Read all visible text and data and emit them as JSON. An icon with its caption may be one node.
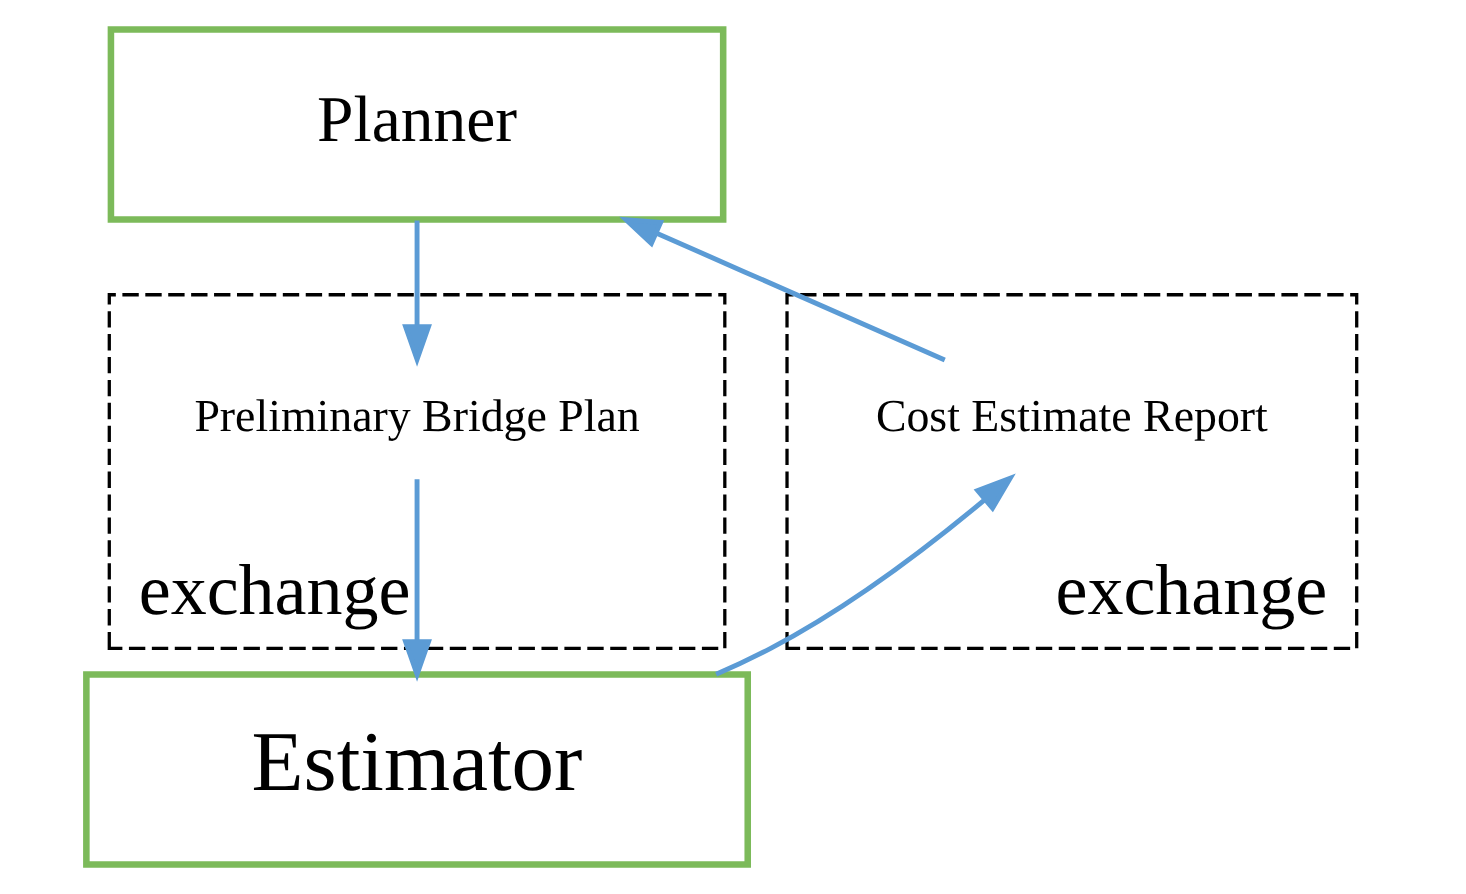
{
  "diagram": {
    "nodes": [
      {
        "text": [
          "Planner"
        ]
      },
      {
        "text": [
          "exchange"
        ]
      },
      {
        "text": [
          "Preliminary Bridge Plan"
        ],
        "in": 1
      },
      {
        "text": [
          "exchange"
        ]
      },
      {
        "text": [
          "Cost Estimate Report"
        ],
        "in": 3
      },
      {
        "text": [
          "Estimator"
        ]
      }
    ],
    "edges": [
      {
        "from": 0,
        "to": 2,
        "arrow": "to"
      },
      {
        "from": 2,
        "to": 5,
        "arrow": "to"
      },
      {
        "from": 5,
        "to": 4,
        "arrow": "to"
      },
      {
        "from": 4,
        "to": 0,
        "arrow": "to"
      }
    ]
  }
}
